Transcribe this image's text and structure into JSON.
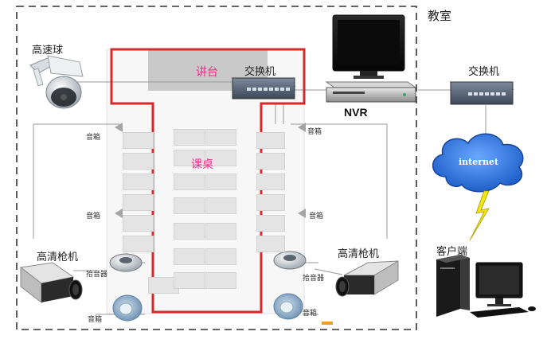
{
  "labels": {
    "classroom": "教室",
    "podium": "讲台",
    "desks": "课桌",
    "switch_inside": "交换机",
    "switch_outside": "交换机",
    "nvr": "NVR",
    "internet": "internet",
    "client": "客户端",
    "speed_dome": "高速球",
    "hd_camera_left": "高清枪机",
    "hd_camera_right": "高清枪机",
    "speaker": "音箱",
    "pickup": "拾音器"
  },
  "colors": {
    "podium_outline": "#d42a2a",
    "label_pink": "#e0338a",
    "cloud_blue": "#2f6fd6",
    "lightning_yellow": "#f2e615",
    "dashed_border": "#333333"
  },
  "icons": [
    "dome-camera-icon",
    "network-switch-icon",
    "monitor-icon",
    "nvr-icon",
    "cloud-icon",
    "lightning-icon",
    "desktop-pc-icon",
    "box-camera-icon",
    "speaker-icon",
    "pickup-mic-icon"
  ]
}
